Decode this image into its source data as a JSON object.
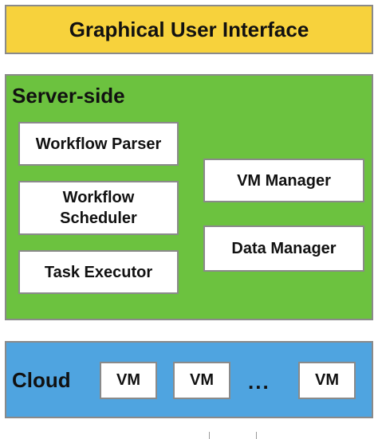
{
  "gui": {
    "title": "Graphical User Interface"
  },
  "server": {
    "title": "Server-side",
    "components": {
      "workflow_parser": "Workflow Parser",
      "workflow_scheduler_line1": "Workflow",
      "workflow_scheduler_line2": "Scheduler",
      "task_executor": "Task Executor",
      "vm_manager": "VM Manager",
      "data_manager": "Data Manager"
    }
  },
  "cloud": {
    "title": "Cloud",
    "vms": [
      "VM",
      "VM",
      "VM"
    ],
    "ellipsis": "..."
  },
  "colors": {
    "gui": "#f7d23c",
    "server": "#6cc23f",
    "cloud": "#4fa4e0"
  }
}
